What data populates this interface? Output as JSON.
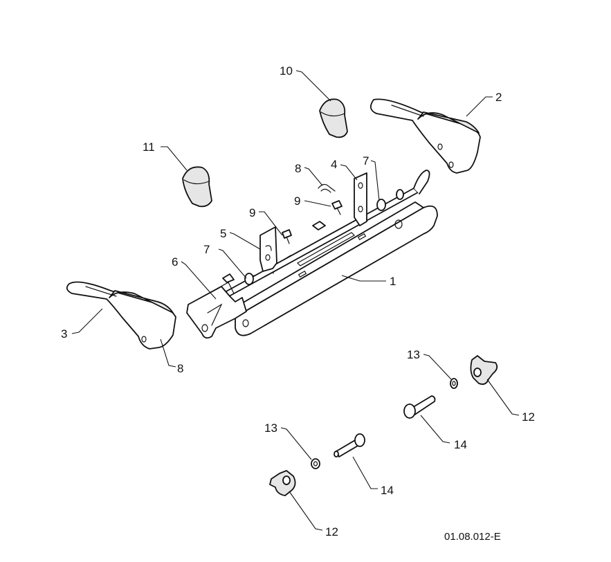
{
  "diagram": {
    "reference_code": "01.08.012-E",
    "callouts": {
      "c1": "1",
      "c2": "2",
      "c3": "3",
      "c4": "4",
      "c5": "5",
      "c6": "6",
      "c7a": "7",
      "c7b": "7",
      "c8a": "8",
      "c8b": "8",
      "c9a": "9",
      "c9b": "9",
      "c10": "10",
      "c11": "11",
      "c12a": "12",
      "c12b": "12",
      "c13a": "13",
      "c13b": "13",
      "c14a": "14",
      "c14b": "14"
    }
  }
}
